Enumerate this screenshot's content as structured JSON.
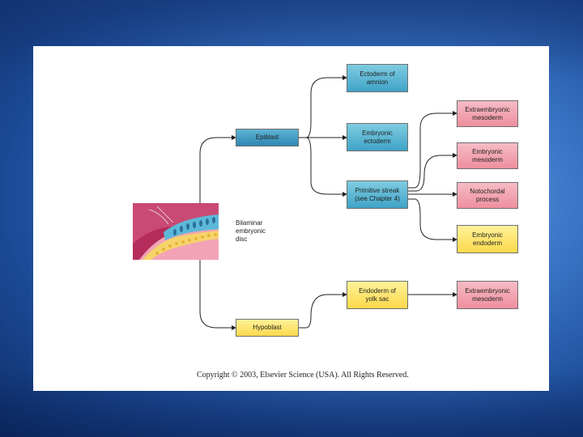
{
  "diagram": {
    "bilaminar_label": "Bilaminar\nembryonic\ndisc",
    "epiblast": "Epiblast",
    "hypoblast": "Hypoblast",
    "ectoderm_amnion": "Ectoderm of\namnion",
    "embryonic_ectoderm": "Embryonic\nectoderm",
    "primitive_streak": "Primitive streak\n(see Chapter 4)",
    "endoderm_yolk_sac": "Endoderm of\nyolk sac",
    "extraembryonic_mesoderm_top": "Extraembryonic\nmesoderm",
    "embryonic_mesoderm": "Embryonic\nmesoderm",
    "notochordal_process": "Notochordal\nprocess",
    "embryonic_endoderm": "Embryonic\nendoderm",
    "extraembryonic_mesoderm_bottom": "Extraembryonic\nmesoderm"
  },
  "copyright": "Copyright © 2003, Elsevier Science (USA). All Rights Reserved.",
  "colors": {
    "ectoderm_teal": "#3fa3c8",
    "mesoderm_pink": "#ee8f9f",
    "endoderm_yellow": "#fcd94b",
    "arrow": "#222222"
  }
}
